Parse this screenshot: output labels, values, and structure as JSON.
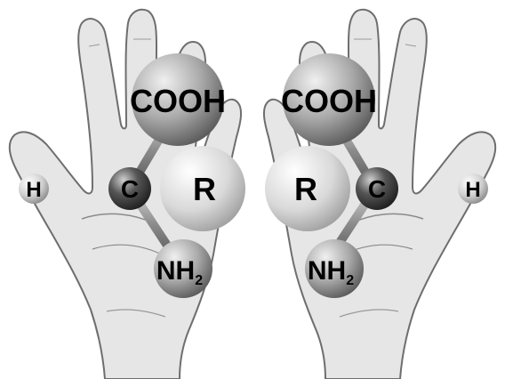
{
  "colors": {
    "hand_fill": "#e6e6e6",
    "hand_stroke": "#6e6e6e",
    "bond": "#8a8a8a",
    "atom_light": "#f2f2f2",
    "atom_mid": "#a9a9a9",
    "atom_dark": "#3a3a3a",
    "label": "#000000"
  },
  "left_molecule": {
    "carboxyl": "COOH",
    "r_group": "R",
    "carbon": "C",
    "hydrogen": "H",
    "amino_base": "NH",
    "amino_sub": "2"
  },
  "right_molecule": {
    "carboxyl": "COOH",
    "r_group": "R",
    "carbon": "C",
    "hydrogen": "H",
    "amino_base": "NH",
    "amino_sub": "2"
  }
}
